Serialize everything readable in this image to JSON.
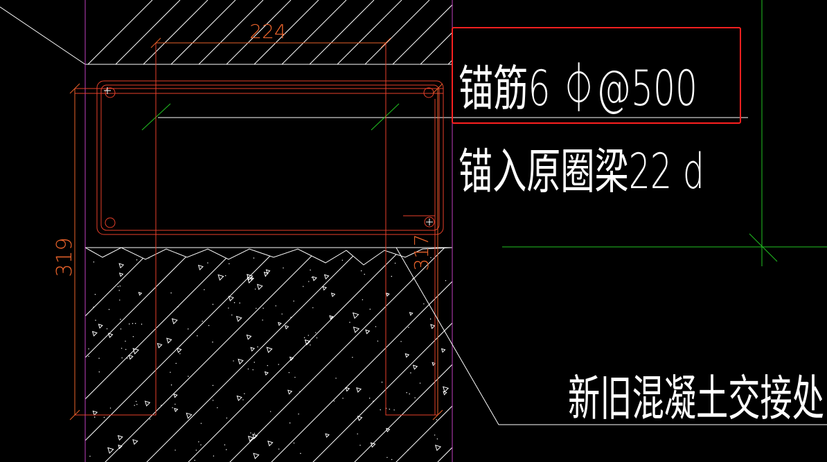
{
  "colors": {
    "background": "#000000",
    "line_white": "#ffffff",
    "line_red": "#e8402a",
    "line_orange": "#e8622a",
    "line_magenta": "#c040c0",
    "line_green": "#22c422",
    "highlight_box": "#ff2020"
  },
  "dimensions": {
    "top_width": "224",
    "left_height": "319",
    "right_height": "317"
  },
  "annotations": {
    "anchor_rebar": "锚筋6 ⏀@500",
    "anchor_into_beam": "锚入原圈梁22 d",
    "joint_label": "新旧混凝土交接处"
  }
}
